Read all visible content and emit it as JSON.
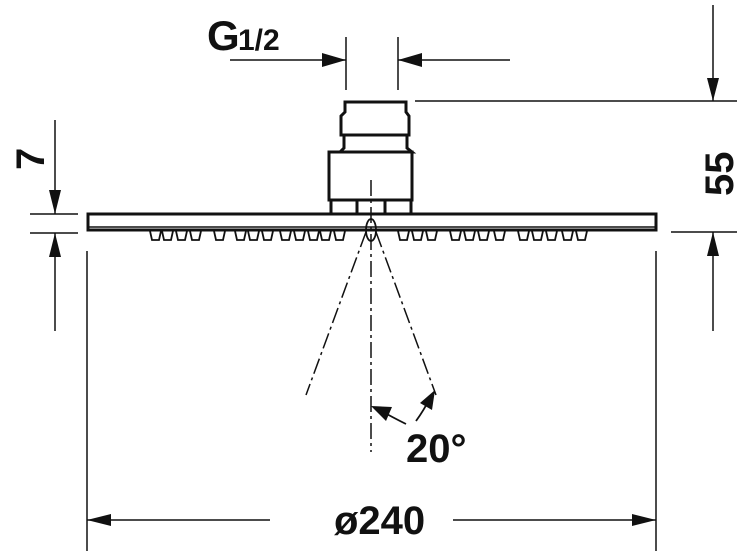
{
  "drawing": {
    "type": "technical-dimension-drawing",
    "subject": "overhead shower head, side view",
    "line_color": "#111111",
    "background": "#ffffff"
  },
  "dimensions": {
    "thread": {
      "prefix": "G",
      "value": "1/2"
    },
    "plate_thickness": "7",
    "overall_height": "55",
    "spray_angle": "20°",
    "diameter": "ø240"
  }
}
